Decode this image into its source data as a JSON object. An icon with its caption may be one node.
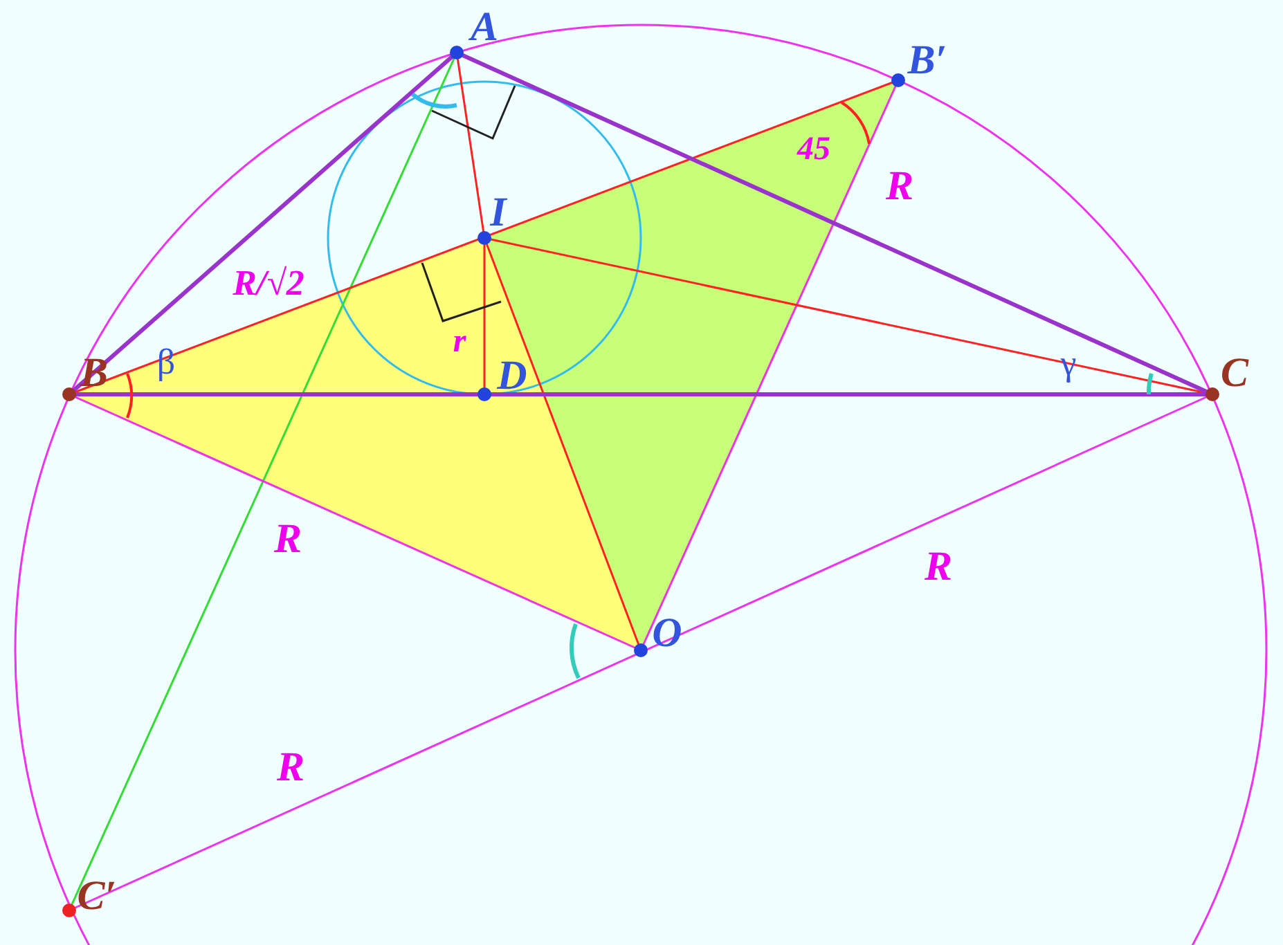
{
  "diagram": {
    "labels": [
      "A",
      "B′",
      "45",
      "R",
      "I",
      "R/√2",
      "β",
      "r",
      "B",
      "D",
      "γ",
      "C",
      "R",
      "R",
      "O",
      "R",
      "C′"
    ]
  }
}
